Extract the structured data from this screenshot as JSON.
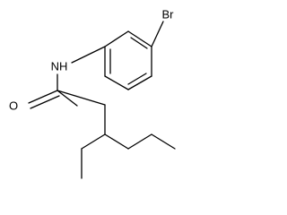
{
  "molecule": {
    "atoms": {
      "br": "Br",
      "nh": "NH",
      "o": "O"
    }
  }
}
